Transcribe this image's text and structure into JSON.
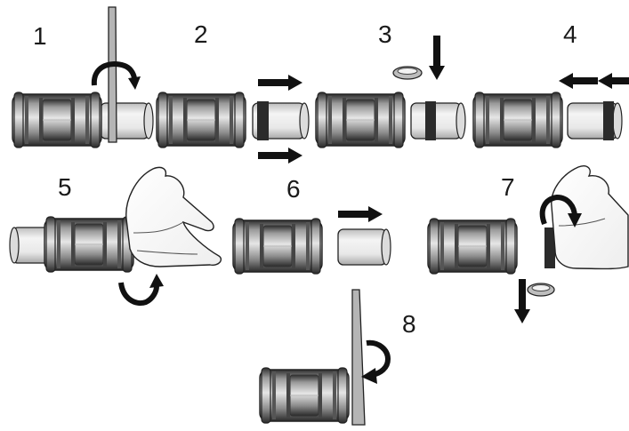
{
  "diagram": {
    "steps": [
      {
        "number": "1"
      },
      {
        "number": "2"
      },
      {
        "number": "3"
      },
      {
        "number": "4"
      },
      {
        "number": "5"
      },
      {
        "number": "6"
      },
      {
        "number": "7"
      },
      {
        "number": "8"
      }
    ]
  },
  "colors": {
    "fitting_dark": "#3a3a3a",
    "fitting_mid": "#8a8a8a",
    "fitting_light": "#d6d6d6",
    "pipe_fill": "#ececec",
    "arrow": "#111111",
    "outline": "#222222"
  }
}
